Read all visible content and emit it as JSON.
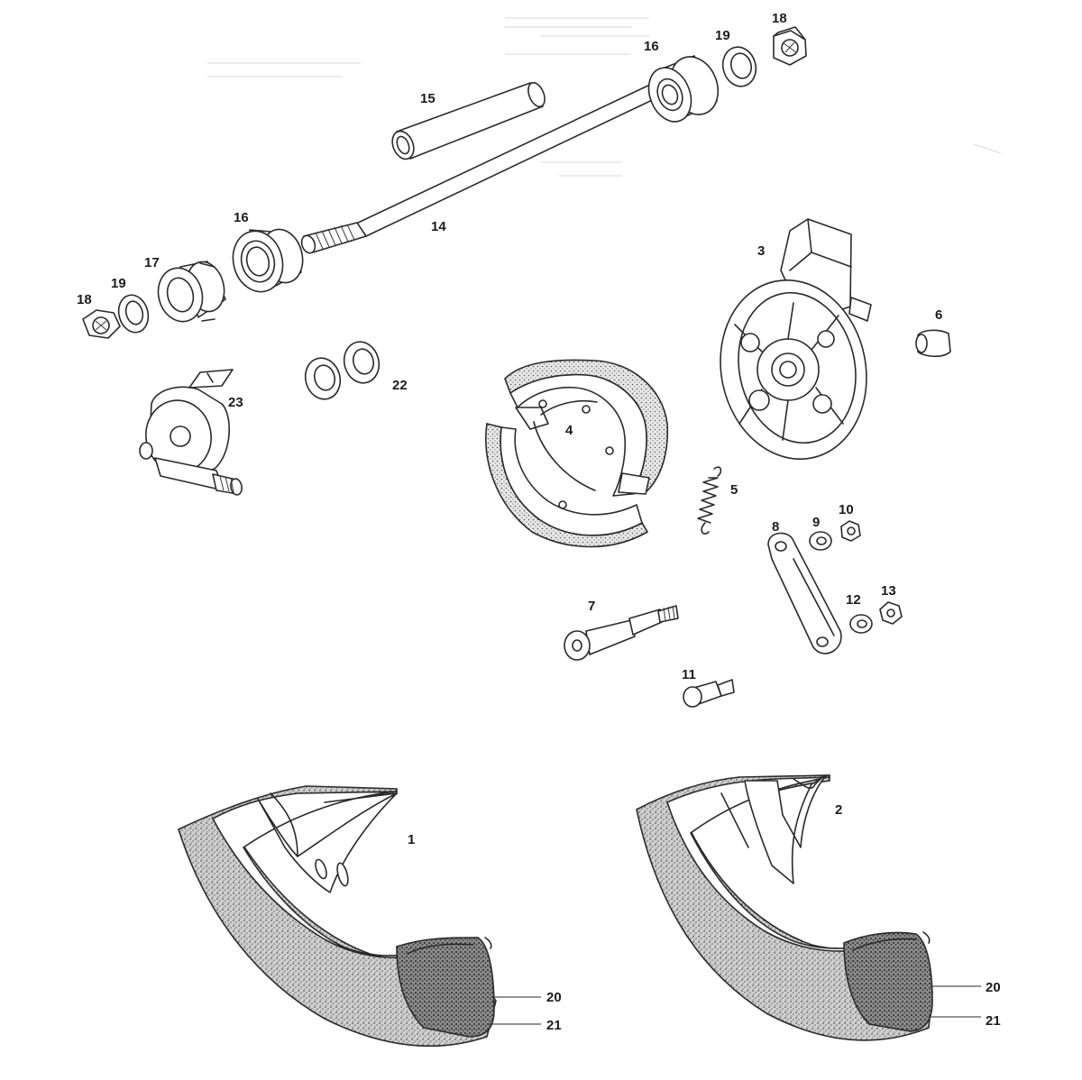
{
  "diagram": {
    "colors": {
      "ink": "#2a2a2a",
      "paper": "#ffffff",
      "tire": "#b9b9b9",
      "tire_dark": "#6f6f6f"
    },
    "labels": {
      "p1": "1",
      "p2": "2",
      "p3": "3",
      "p4": "4",
      "p5": "5",
      "p6": "6",
      "p7": "7",
      "p8": "8",
      "p9": "9",
      "p10": "10",
      "p11": "11",
      "p12": "12",
      "p13": "13",
      "p14": "14",
      "p15": "15",
      "p16a": "16",
      "p16b": "16",
      "p17": "17",
      "p18a": "18",
      "p18b": "18",
      "p19a": "19",
      "p19b": "19",
      "p20a": "20",
      "p20b": "20",
      "p21a": "21",
      "p21b": "21",
      "p22": "22",
      "p23": "23"
    }
  }
}
